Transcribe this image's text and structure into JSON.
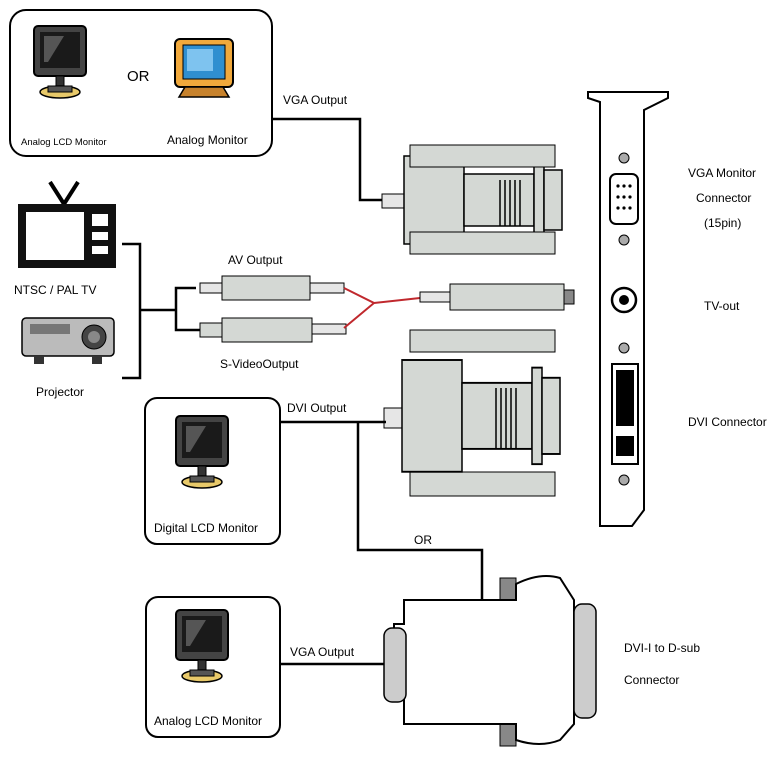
{
  "monitors_top": {
    "analog_lcd_label": "Analog LCD Monitor",
    "or_label": "OR",
    "analog_crt_label": "Analog Monitor"
  },
  "tv_group": {
    "tv_label": "NTSC / PAL TV",
    "projector_label": "Projector"
  },
  "cables": {
    "vga_output_top": "VGA Output",
    "av_output": "AV Output",
    "svideo_output": "S-VideoOutput",
    "dvi_output": "DVI Output",
    "or_label": "OR",
    "vga_output_bottom": "VGA Output"
  },
  "monitors_bottom": {
    "digital_lcd_label": "Digital LCD Monitor",
    "analog_lcd_label": "Analog LCD Monitor"
  },
  "bracket_labels": {
    "vga_connector_line1": "VGA Monitor",
    "vga_connector_line2": "Connector",
    "vga_connector_line3": "(15pin)",
    "tv_out": "TV-out",
    "dvi_connector": "DVI Connector"
  },
  "adapter": {
    "label_line1": "DVI-I to D-sub",
    "label_line2": "Connector"
  },
  "colors": {
    "cable_red": "#c0282d",
    "connector_gray": "#d4d8d4",
    "line_black": "#000000"
  }
}
